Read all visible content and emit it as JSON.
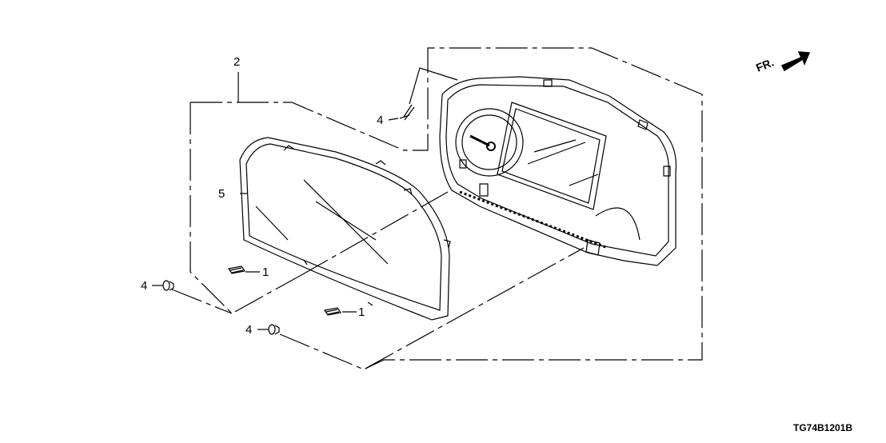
{
  "callouts": {
    "part_2": "2",
    "part_4_top": "4",
    "part_5": "5",
    "part_1_a": "1",
    "part_1_b": "1",
    "part_4_left": "4",
    "part_4_bottom": "4"
  },
  "direction_label": "FR.",
  "diagram_code": "TG74B1201B",
  "colors": {
    "line": "#000000",
    "background": "#ffffff"
  }
}
